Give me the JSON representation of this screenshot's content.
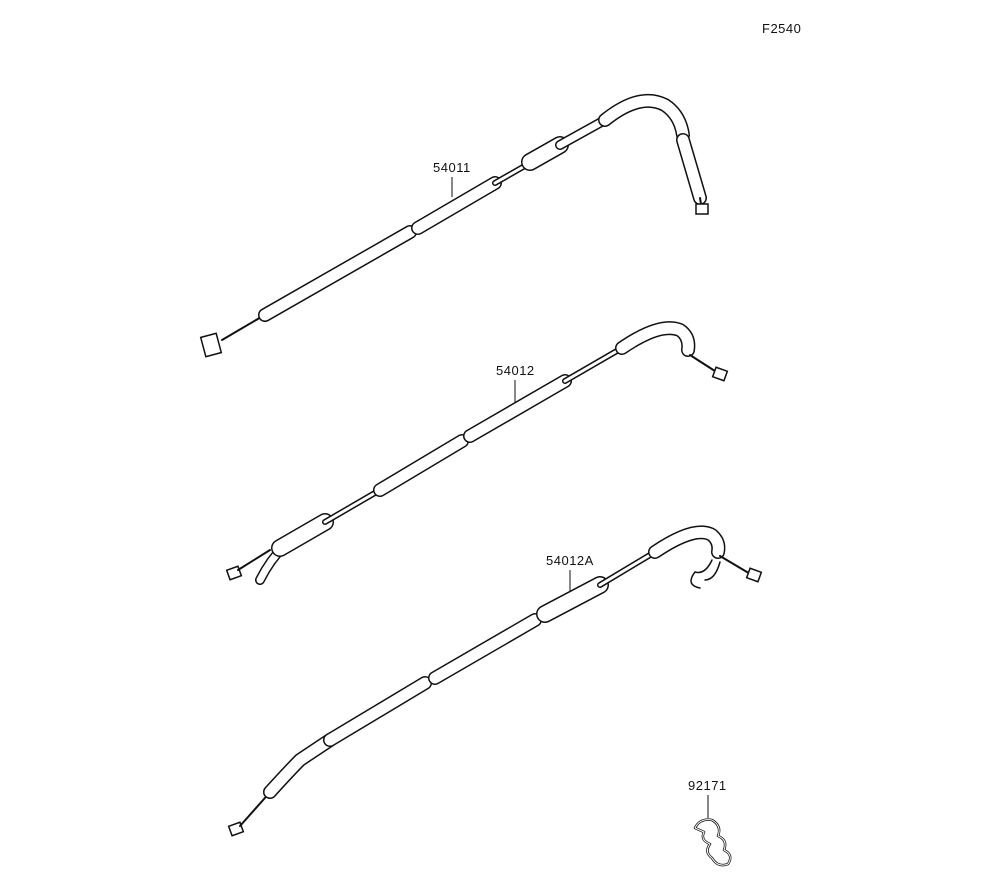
{
  "diagram_code": "F2540",
  "parts": [
    {
      "number": "54011"
    },
    {
      "number": "54012"
    },
    {
      "number": "54012A"
    },
    {
      "number": "92171"
    }
  ]
}
